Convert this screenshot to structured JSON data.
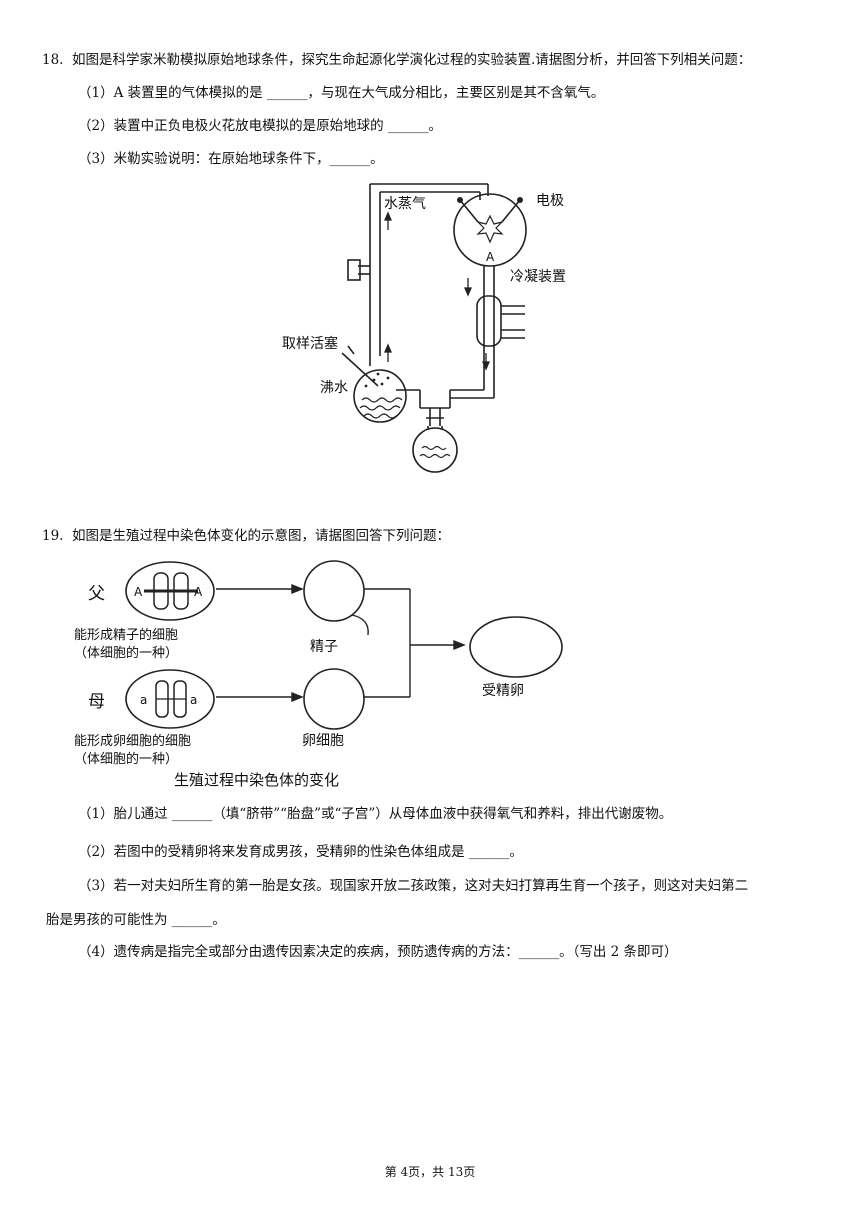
{
  "q18": {
    "number": "18.",
    "stem": "如图是科学家米勒模拟原始地球条件，探究生命起源化学演化过程的实验装置.请据图分析，并回答下列相关问题：",
    "sub1": "（1）A 装置里的气体模拟的是 ______，与现在大气成分相比，主要区别是其不含氧气。",
    "sub2": "（2）装置中正负电极火花放电模拟的是原始地球的 ______。",
    "sub3": "（3）米勒实验说明：在原始地球条件下，______。",
    "figure": {
      "label_steam": "水蒸气",
      "label_electrode": "电极",
      "label_A": "A",
      "label_condenser": "冷凝装置",
      "label_valve": "取样活塞",
      "label_boiling": "沸水"
    }
  },
  "q19": {
    "number": "19.",
    "stem": "如图是生殖过程中染色体变化的示意图，请据图回答下列问题：",
    "figure": {
      "father": "父",
      "mother": "母",
      "gene_A": "A",
      "gene_a": "a",
      "father_cell_line1": "能形成精子的细胞",
      "father_cell_line2": "（体细胞的一种）",
      "sperm": "精子",
      "mother_cell_line1": "能形成卵细胞的细胞",
      "mother_cell_line2": "（体细胞的一种）",
      "egg": "卵细胞",
      "zygote": "受精卵",
      "caption": "生殖过程中染色体的变化"
    },
    "sub1": "（1）胎儿通过 ______（填“脐带”“胎盘”或“子宫”）从母体血液中获得氧气和养料，排出代谢废物。",
    "sub2": "（2）若图中的受精卵将来发育成男孩，受精卵的性染色体组成是 ______。",
    "sub3_line1": "（3）若一对夫妇所生育的第一胎是女孩。现国家开放二孩政策，这对夫妇打算再生育一个孩子，则这对夫妇第二",
    "sub3_line2": "胎是男孩的可能性为 ______。",
    "sub4": "（4）遗传病是指完全或部分由遗传因素决定的疾病，预防遗传病的方法：______。（写出 2 条即可）"
  },
  "footer": "第 4页，共 13页"
}
